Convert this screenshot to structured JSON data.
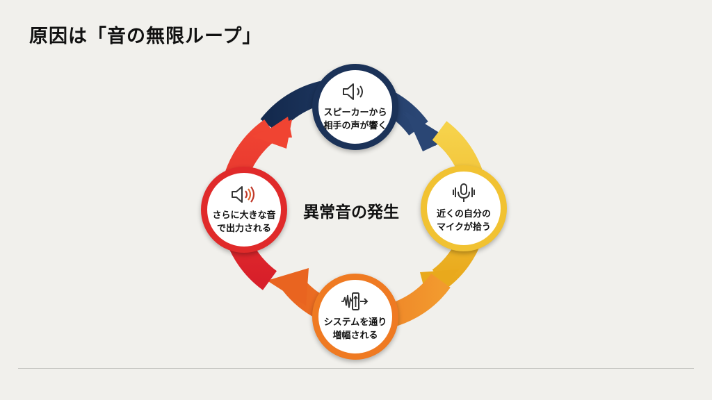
{
  "title": "原因は「音の無限ループ」",
  "center_label": "異常音の発生",
  "nodes": [
    {
      "line1": "スピーカーから",
      "line2": "相手の声が響く",
      "icon": "speaker-icon",
      "color": "#1b3258"
    },
    {
      "line1": "近くの自分の",
      "line2": "マイクが拾う",
      "icon": "microphone-icon",
      "color": "#f1c232"
    },
    {
      "line1": "システムを通り",
      "line2": "増幅される",
      "icon": "amplify-signal-icon",
      "color": "#ef7a22"
    },
    {
      "line1": "さらに大きな音",
      "line2": "で出力される",
      "icon": "loud-speaker-icon",
      "color": "#e02a2a"
    }
  ]
}
